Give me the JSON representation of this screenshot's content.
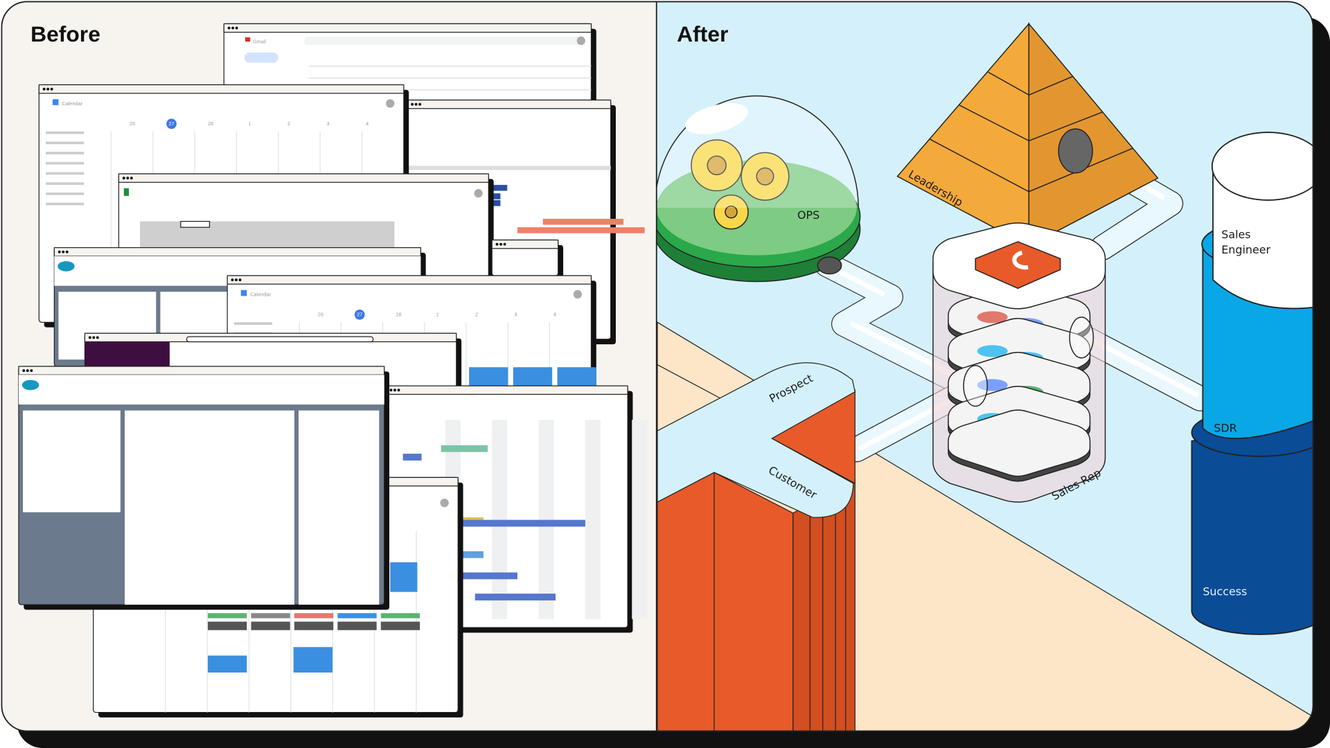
{
  "before": {
    "title": "Before",
    "apps": {
      "gmail": "Gmail",
      "calendar": "Calendar"
    },
    "calendar_days": [
      "26",
      "27",
      "28",
      "1",
      "2",
      "3",
      "4"
    ]
  },
  "after": {
    "title": "After",
    "labels": {
      "ops": "OPS",
      "leadership": "Leadership",
      "prospect": "Prospect",
      "customer": "Customer",
      "sales_rep": "Sales Rep",
      "sales_engineer_1": "Sales",
      "sales_engineer_2": "Engineer",
      "sdr": "SDR",
      "success": "Success"
    }
  },
  "colors": {
    "before_bg": "#f7f4f0",
    "after_bg": "#d4f1fb",
    "floor": "#fde5c8",
    "orange": "#e85a29",
    "pyramid": "#f4a93b",
    "green": "#2aa84a",
    "sdr_blue": "#0aa7e6",
    "success_blue": "#0a4c96",
    "today_blue": "#3b78e7"
  }
}
